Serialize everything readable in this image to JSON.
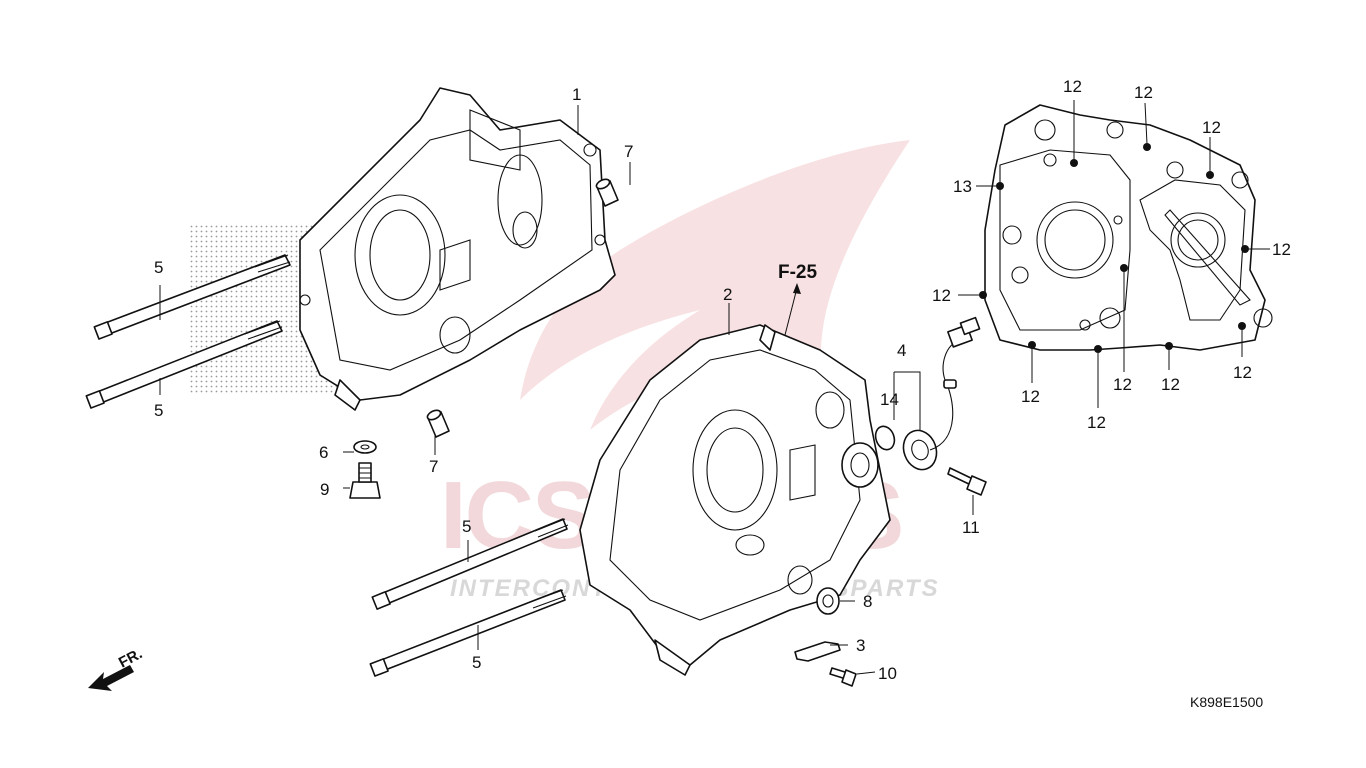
{
  "diagram": {
    "code": "K898E1500",
    "reference": "F-25",
    "direction_label": "FR.",
    "watermark": {
      "main": "ICSPARTS",
      "sub": "INTERCONTINENTAL CYCLE SPARTS"
    },
    "callouts": {
      "c1": "1",
      "c2": "2",
      "c3": "3",
      "c4": "4",
      "c5a": "5",
      "c5b": "5",
      "c5c": "5",
      "c5d": "5",
      "c6": "6",
      "c7a": "7",
      "c7b": "7",
      "c8": "8",
      "c9": "9",
      "c10": "10",
      "c11": "11",
      "c12a": "12",
      "c12b": "12",
      "c12c": "12",
      "c12d": "12",
      "c12e": "12",
      "c12f": "12",
      "c12g": "12",
      "c12h": "12",
      "c12i": "12",
      "c12j": "12",
      "c13": "13",
      "c14": "14"
    }
  }
}
